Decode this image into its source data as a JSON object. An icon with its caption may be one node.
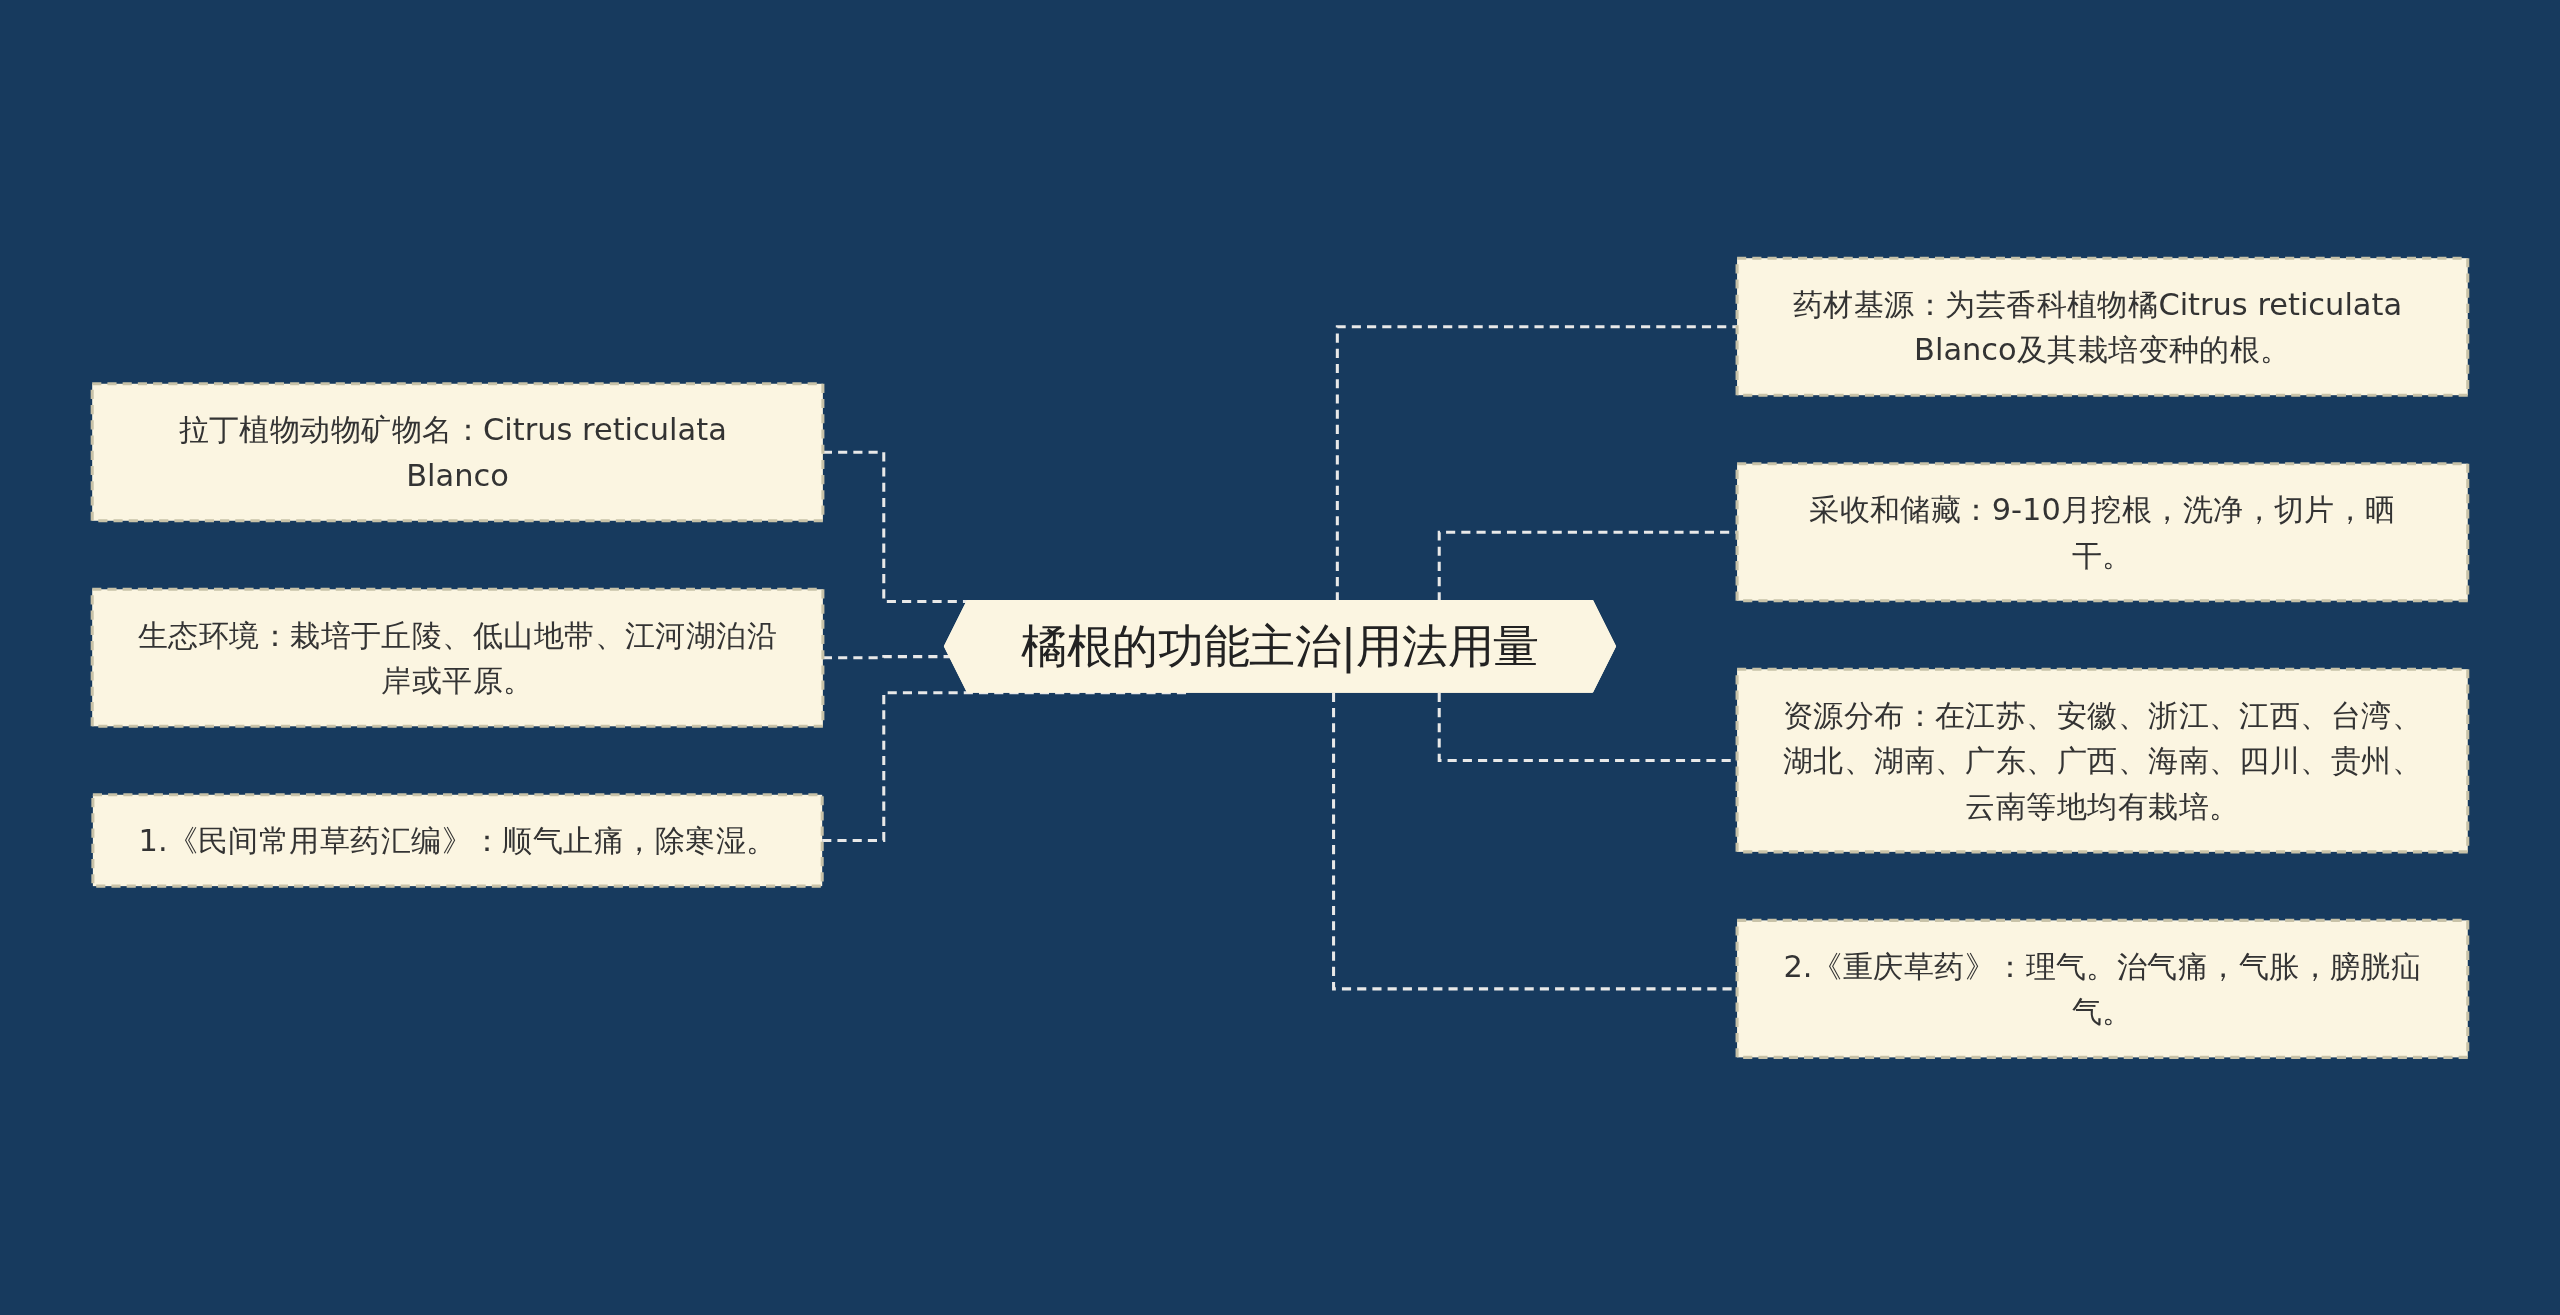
{
  "diagram": {
    "nodes": [
      {
        "text": [
          "橘根的功能主治|用法用量"
        ]
      },
      {
        "text": [
          "拉丁植物动物矿物名：Citrus reticulata Blanco"
        ]
      },
      {
        "text": [
          "生态环境：栽培于丘陵、低山地带、江河湖泊沿岸或平原。"
        ]
      },
      {
        "text": [
          "1.《民间常用草药汇编》：顺气止痛，除寒湿。"
        ]
      },
      {
        "text": [
          "药材基源：为芸香科植物橘Citrus reticulata Blanco及其栽培变种的根。"
        ]
      },
      {
        "text": [
          "采收和储藏：9-10月挖根，洗净，切片，晒干。"
        ]
      },
      {
        "text": [
          "资源分布：在江苏、安徽、浙江、江西、台湾、湖北、湖南、广东、广西、海南、四川、贵州、云南等地均有栽培。"
        ]
      },
      {
        "text": [
          "2.《重庆草药》：理气。治气痛，气胀，膀胱疝气。"
        ]
      }
    ],
    "edges": [
      {
        "from": 1,
        "to": 0,
        "arrow": "none",
        "style": "dashed"
      },
      {
        "from": 2,
        "to": 0,
        "arrow": "none",
        "style": "dashed"
      },
      {
        "from": 3,
        "to": 0,
        "arrow": "none",
        "style": "dashed"
      },
      {
        "from": 0,
        "to": 4,
        "arrow": "none",
        "style": "dashed"
      },
      {
        "from": 0,
        "to": 5,
        "arrow": "none",
        "style": "dashed"
      },
      {
        "from": 0,
        "to": 6,
        "arrow": "none",
        "style": "dashed"
      },
      {
        "from": 0,
        "to": 7,
        "arrow": "none",
        "style": "dashed"
      }
    ]
  }
}
